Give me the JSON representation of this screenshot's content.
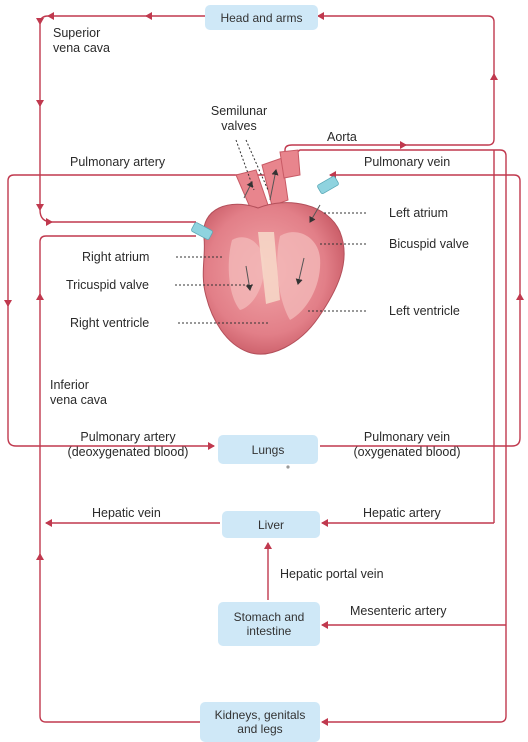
{
  "colors": {
    "vessel_line": "#c0394e",
    "organ_box": "#cfe8f7",
    "heart_main": "#e8858d",
    "heart_dark": "#c85a65",
    "vessel_cyan": "#8fd3df",
    "leader": "#333333"
  },
  "organs": {
    "head_arms": "Head and arms",
    "lungs": "Lungs",
    "liver": "Liver",
    "stomach": "Stomach and\nintestine",
    "kidneys": "Kidneys, genitals\nand legs"
  },
  "labels": {
    "superior_vena_cava": "Superior\nvena cava",
    "semilunar_valves": "Semilunar\nvalves",
    "aorta": "Aorta",
    "pulmonary_artery_top": "Pulmonary artery",
    "pulmonary_vein_top": "Pulmonary vein",
    "left_atrium": "Left atrium",
    "right_atrium": "Right atrium",
    "bicuspid_valve": "Bicuspid valve",
    "tricuspid_valve": "Tricuspid valve",
    "left_ventricle": "Left ventricle",
    "right_ventricle": "Right ventricle",
    "inferior_vena_cava": "Inferior\nvena cava",
    "pulmonary_artery_mid": "Pulmonary artery\n(deoxygenated blood)",
    "pulmonary_vein_mid": "Pulmonary vein\n(oxygenated blood)",
    "hepatic_vein": "Hepatic vein",
    "hepatic_artery": "Hepatic artery",
    "hepatic_portal_vein": "Hepatic portal vein",
    "mesenteric_artery": "Mesenteric artery"
  }
}
